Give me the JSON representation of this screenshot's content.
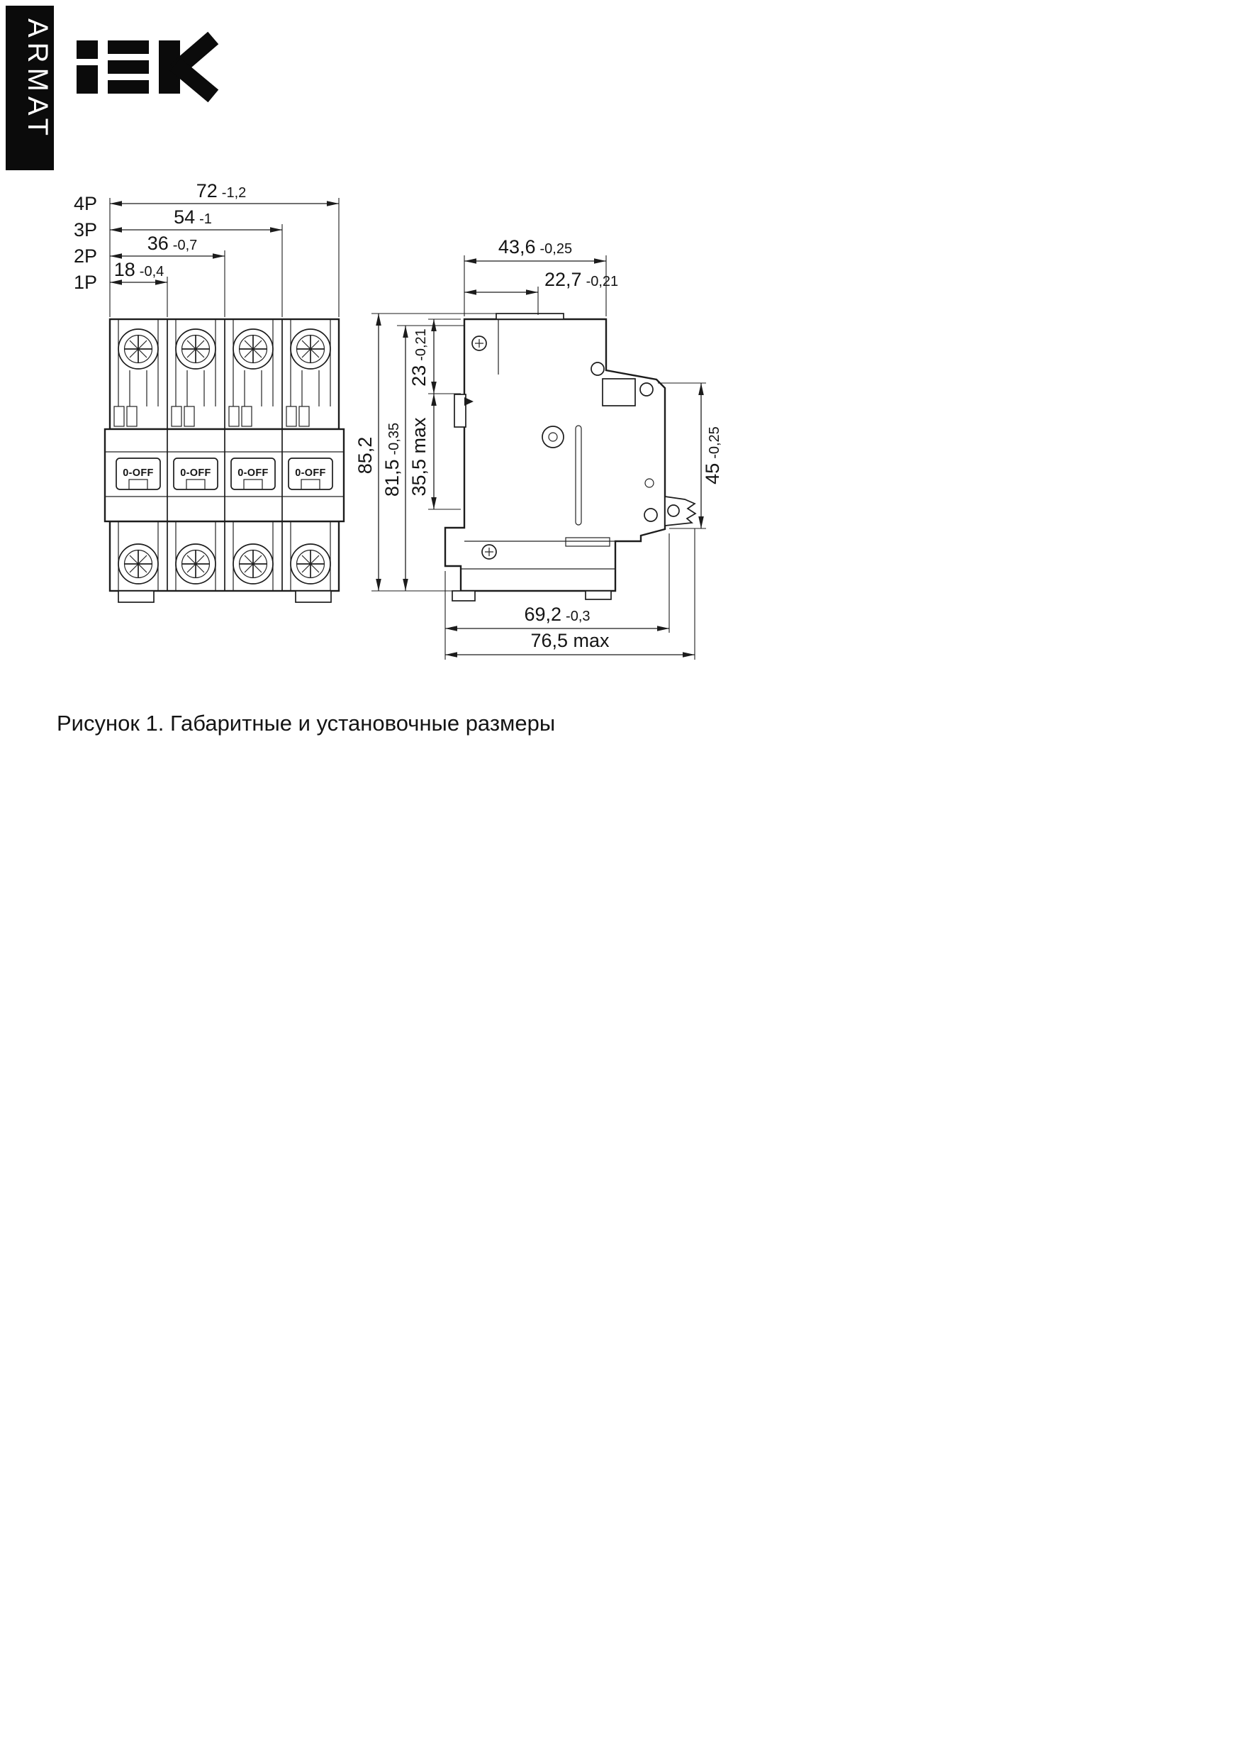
{
  "brand": {
    "vertical_text": "ARMAT",
    "logo_text": "IEK"
  },
  "caption": "Рисунок 1. Габаритные и установочные размеры",
  "front_view": {
    "pole_dimensions": [
      {
        "pole": "4P",
        "value": "72",
        "tolerance": "-1,2"
      },
      {
        "pole": "3P",
        "value": "54",
        "tolerance": "-1"
      },
      {
        "pole": "2P",
        "value": "36",
        "tolerance": "-0,7"
      },
      {
        "pole": "1P",
        "value": "18",
        "tolerance": "-0,4"
      }
    ],
    "toggle_label": "0-OFF"
  },
  "side_view": {
    "top_width": {
      "value": "43,6",
      "tolerance": "-0,25"
    },
    "terminal_offset": {
      "value": "22,7",
      "tolerance": "-0,21"
    },
    "upper_height": {
      "value": "23",
      "tolerance": "-0,21"
    },
    "overall_height": {
      "value": "85,2",
      "tolerance": ""
    },
    "body_height": {
      "value": "81,5",
      "tolerance": "-0,35"
    },
    "handle_zone_height": {
      "value": "35,5 max",
      "tolerance": ""
    },
    "front_panel_height": {
      "value": "45",
      "tolerance": "-0,25"
    },
    "mounting_depth": {
      "value": "69,2",
      "tolerance": "-0,3"
    },
    "overall_depth": {
      "value": "76,5 max",
      "tolerance": ""
    }
  }
}
